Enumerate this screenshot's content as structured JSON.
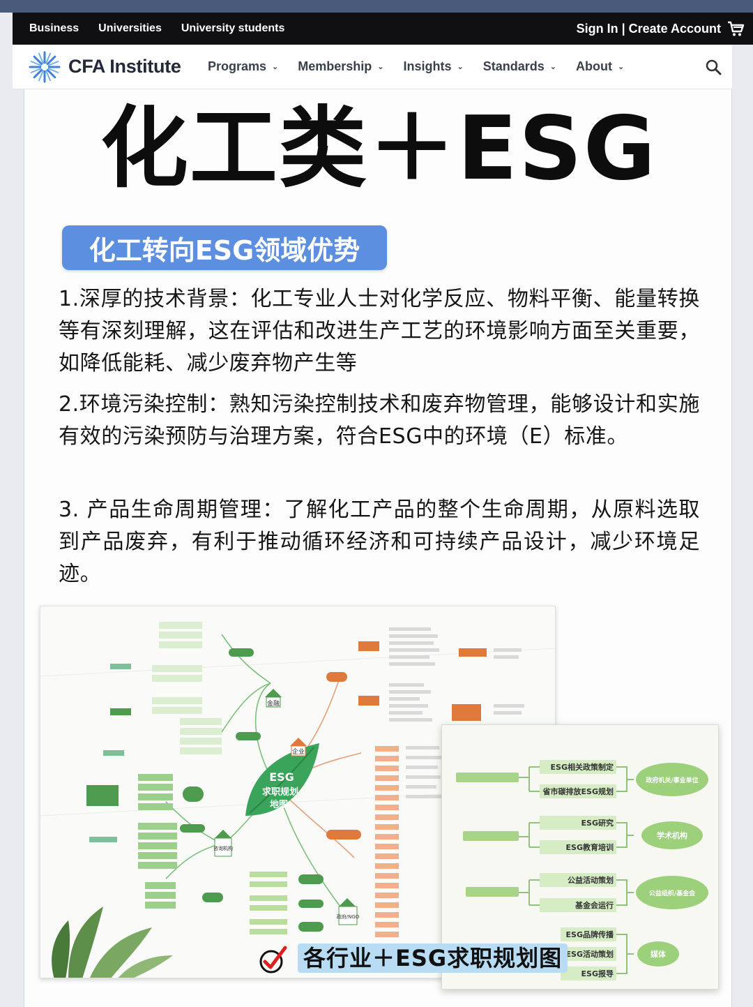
{
  "utility_bar": {
    "links": [
      "Business",
      "Universities",
      "University students"
    ],
    "account_text": "Sign In | Create Account"
  },
  "nav": {
    "logo_text": "CFA Institute",
    "menu": [
      "Programs",
      "Membership",
      "Insights",
      "Standards",
      "About"
    ]
  },
  "article": {
    "hero_title": "化工类＋ESG",
    "section_heading": "化工转向ESG领域优势",
    "paragraphs": [
      "1.深厚的技术背景：化工专业人士对化学反应、物料平衡、能量转换等有深刻理解，这在评估和改进生产工艺的环境影响方面至关重要，如降低能耗、减少废弃物产生等",
      "2.环境污染控制：熟知污染控制技术和废弃物管理，能够设计和实施有效的污染预防与治理方案，符合ESG中的环境（E）标准。",
      "3. 产品生命周期管理：了解化工产品的整个生命周期，从原料选取到产品废弃，有利于推动循环经济和可持续产品设计，减少环境足迹。"
    ]
  },
  "mindmap": {
    "center_label": [
      "ESG",
      "求职规划",
      "地图"
    ],
    "hubs": [
      "金融",
      "企业",
      "咨询机构",
      "政府/NGO"
    ],
    "right_panel": {
      "groups": [
        {
          "label": "政府机关/事业单位",
          "items": [
            "ESG相关政策制定",
            "省市碳排放ESG规划"
          ]
        },
        {
          "label": "学术机构",
          "items": [
            "ESG研究",
            "ESG教育培训"
          ]
        },
        {
          "label": "公益组织/基金会",
          "items": [
            "公益活动策划",
            "基金会运行"
          ]
        },
        {
          "label": "媒体",
          "items": [
            "ESG品牌传播",
            "ESG活动策划",
            "ESG报导"
          ]
        }
      ]
    },
    "caption": "各行业＋ESG求职规划图"
  },
  "colors": {
    "utility_bg": "#101012",
    "heading_bg": "#5d8fe0",
    "caption_bg": "#b8dcf4",
    "mm_green": "#4e9a4e",
    "mm_orange": "#e07a3c",
    "mm_light_green": "#b9dd9c"
  }
}
